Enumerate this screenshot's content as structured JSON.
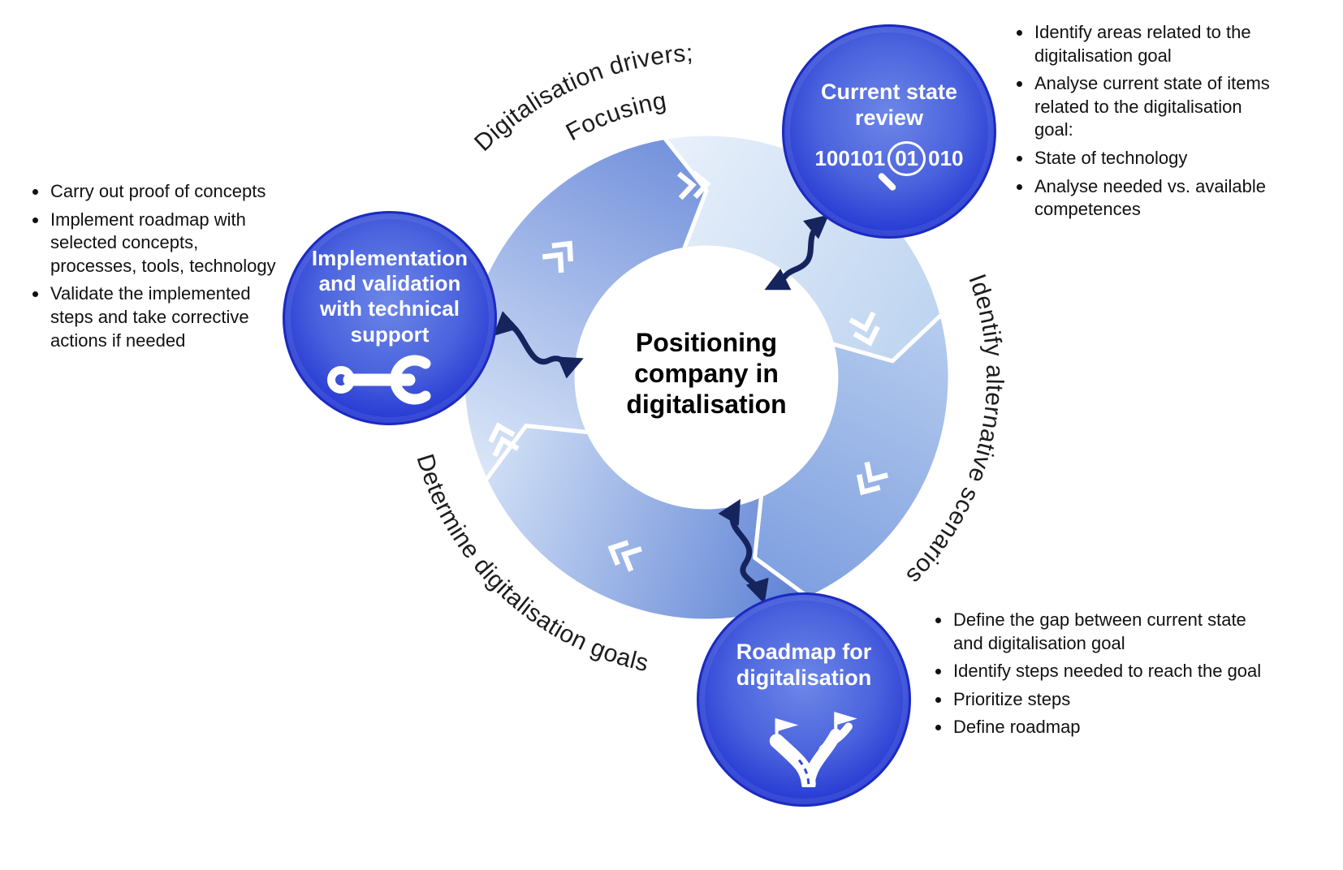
{
  "center_title": "Positioning company in digitalisation",
  "arc_labels": {
    "top_line1": "Digitalisation drivers;",
    "top_line2": "Focusing",
    "right": "Identify alternative scenarios",
    "bottom_left": "Determine digitalisation goals"
  },
  "nodes": {
    "current_state": {
      "title": "Current state review",
      "binary_prefix": "100101",
      "binary_circled": "01",
      "binary_suffix": "010"
    },
    "implementation": {
      "title": "Implementation and validation with technical support"
    },
    "roadmap": {
      "title": "Roadmap for digitalisation"
    }
  },
  "lists": {
    "implementation_notes": {
      "items": [
        "Carry out proof of concepts",
        "Implement roadmap with selected concepts, processes, tools, technology",
        "Validate the implemented steps and take corrective actions if needed"
      ]
    },
    "current_state_notes": {
      "items": [
        "Identify areas related to the digitalisation goal",
        "Analyse current state of items related to the digitalisation goal:",
        "State of technology",
        "Analyse needed vs. available competences"
      ]
    },
    "roadmap_notes": {
      "items": [
        "Define the gap between current state and digitalisation goal",
        "Identify steps needed to reach the goal",
        "Prioritize steps",
        "Define roadmap"
      ]
    }
  },
  "colors": {
    "node_blue": "#2437d6",
    "ring_blue_dark": "#5c7ed2",
    "ring_blue_light": "#dce9f8",
    "connector_navy": "#16245e",
    "text_dark": "#1a1a1a",
    "white": "#ffffff"
  }
}
